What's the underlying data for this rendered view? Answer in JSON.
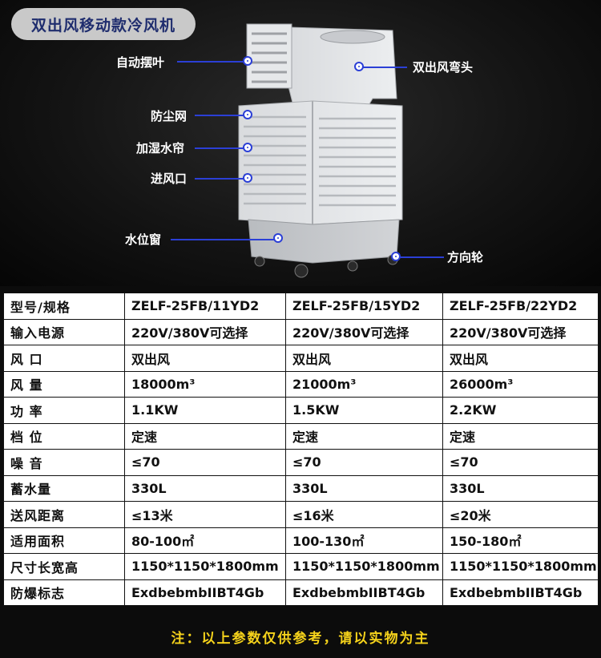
{
  "title": "双出风移动款冷风机",
  "callouts": {
    "swing": "自动摆叶",
    "elbow": "双出风弯头",
    "dust": "防尘网",
    "curtain": "加湿水帘",
    "inlet": "进风口",
    "window": "水位窗",
    "wheel": "方向轮"
  },
  "table": {
    "rows": [
      {
        "label": "型号/规格",
        "v": [
          "ZELF-25FB/11YD2",
          "ZELF-25FB/15YD2",
          "ZELF-25FB/22YD2"
        ]
      },
      {
        "label": "输入电源",
        "v": [
          "220V/380V可选择",
          "220V/380V可选择",
          "220V/380V可选择"
        ]
      },
      {
        "label": "风 口",
        "v": [
          "双出风",
          "双出风",
          "双出风"
        ]
      },
      {
        "label": "风 量",
        "v": [
          "18000m³",
          "21000m³",
          "26000m³"
        ]
      },
      {
        "label": "功 率",
        "v": [
          "1.1KW",
          "1.5KW",
          "2.2KW"
        ]
      },
      {
        "label": "档 位",
        "v": [
          "定速",
          "定速",
          "定速"
        ]
      },
      {
        "label": "噪 音",
        "v": [
          "≤70",
          "≤70",
          "≤70"
        ]
      },
      {
        "label": "蓄水量",
        "v": [
          "330L",
          "330L",
          "330L"
        ]
      },
      {
        "label": "送风距离",
        "v": [
          "≤13米",
          "≤16米",
          "≤20米"
        ]
      },
      {
        "label": "适用面积",
        "v": [
          "80-100㎡",
          "100-130㎡",
          "150-180㎡"
        ]
      },
      {
        "label": "尺寸长宽高",
        "v": [
          "1150*1150*1800mm",
          "1150*1150*1800mm",
          "1150*1150*1800mm"
        ]
      },
      {
        "label": "防爆标志",
        "v": [
          "ExdbebmbIIBT4Gb",
          "ExdbebmbIIBT4Gb",
          "ExdbebmbIIBT4Gb"
        ]
      }
    ]
  },
  "note": "注：以上参数仅供参考，请以实物为主",
  "colors": {
    "accent": "#2b3fd6",
    "note": "#f5d21b",
    "badge": "#c9c9c9",
    "badge_text": "#1f2d6e"
  }
}
